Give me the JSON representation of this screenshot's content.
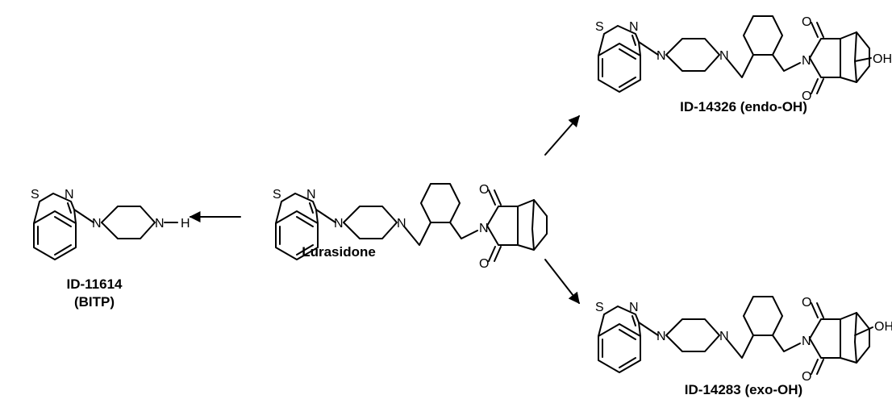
{
  "compounds": {
    "parent": {
      "name": "Lurasidone"
    },
    "bitp": {
      "name": "ID-11614",
      "alias": "(BITP)"
    },
    "endo": {
      "name": "ID-14326 (endo-OH)"
    },
    "exo": {
      "name": "ID-14283 (exo-OH)"
    }
  },
  "atoms": {
    "sulfur": "S",
    "nitrogen": "N",
    "oxygen": "O",
    "hydrogen": "H",
    "hydroxyl": "OH"
  }
}
